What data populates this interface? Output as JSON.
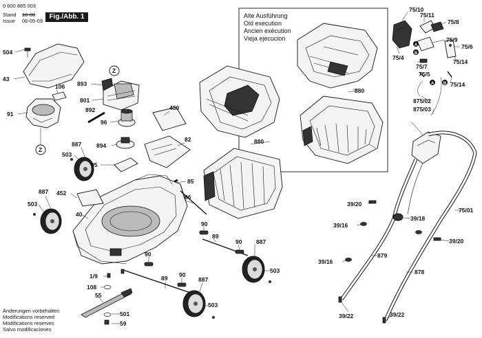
{
  "header": {
    "doc_number": "0 600 885 003",
    "stand_label": "Stand",
    "stand_value": "10-08",
    "issue_label": "Issue",
    "issue_value": "06-05-09",
    "figure_label": "Fig./Abb. 1"
  },
  "legend_box": {
    "lines": [
      "Alte Ausführung",
      "Old execution",
      "Ancien exécution",
      "Vieja ejecucion"
    ]
  },
  "footer_notes": [
    "Änderungen vorbehalten",
    "Modifications reserved",
    "Modifications reserves",
    "Salvo modificaciones"
  ],
  "callouts": {
    "c504": "504",
    "c43": "43",
    "c106": "106",
    "c91": "91",
    "cZ1": "Z",
    "cZ2": "Z",
    "c893": "893",
    "c801": "801",
    "c96": "96",
    "c892": "892",
    "c894": "894",
    "c95": "95",
    "c887a": "887",
    "c503a": "503",
    "c887b": "887",
    "c452": "452",
    "c503b": "503",
    "c40": "40",
    "c450": "450",
    "c82": "82",
    "c85": "85",
    "c86": "86",
    "c880a": "880",
    "c880b": "880",
    "c90a": "90",
    "c89a": "89",
    "c90b": "90",
    "c887c": "887",
    "c503c": "503",
    "c90c": "90",
    "c1_9": "1/9",
    "c108": "108",
    "c55": "55",
    "c501": "501",
    "c59": "59",
    "c89b": "89",
    "c90d": "90",
    "c887d": "887",
    "c503d": "503",
    "c75_10": "75/10",
    "c75_11": "75/11",
    "c75_8": "75/8",
    "c75_9": "75/9",
    "c75_6": "75/6",
    "c75_4": "75/4",
    "c75_7": "75/7",
    "c75_14a": "75/14",
    "c75_5": "75/5",
    "c75_14b": "75/14",
    "c875_02": "875/02",
    "c875_03": "875/03",
    "cA1": "A",
    "cB1": "B",
    "cA2": "A",
    "cB2": "B",
    "c39_20a": "39/20",
    "c39_16a": "39/16",
    "c39_18": "39/18",
    "c75_01": "75/01",
    "c39_20b": "39/20",
    "c879": "879",
    "c39_16b": "39/16",
    "c878": "878",
    "c39_22a": "39/22",
    "c39_22b": "39/22"
  }
}
